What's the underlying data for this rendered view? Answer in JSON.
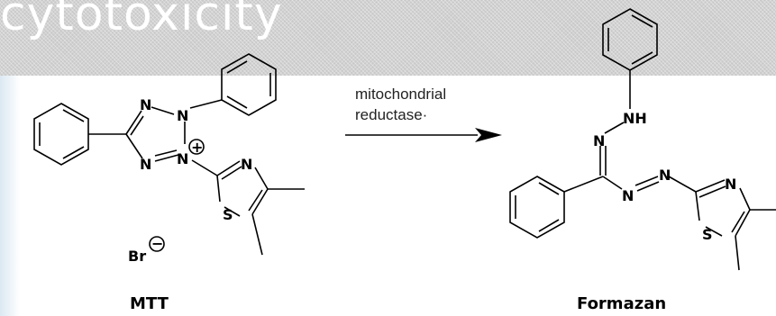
{
  "banner": {
    "title": "cytotoxicity"
  },
  "reaction": {
    "arrow_label_line1": "mitochondrial",
    "arrow_label_line2": "reductase·",
    "reactant_label": "MTT",
    "product_label": "Formazan"
  },
  "mtt": {
    "n_top": "N",
    "n_right": "N",
    "n_bottom": "N",
    "n_plus": "N",
    "charge_plus": "+",
    "thiazole_n": "N",
    "thiazole_s": "S",
    "counter_ion": "Br",
    "charge_minus": "−"
  },
  "formazan": {
    "nh": "NH",
    "n1": "N",
    "n2": "N",
    "n3": "N",
    "thiazole_n": "N",
    "thiazole_s": "S"
  },
  "colors": {
    "banner": "#c9c9c9",
    "banner_text": "#ffffff",
    "ink": "#000000"
  }
}
